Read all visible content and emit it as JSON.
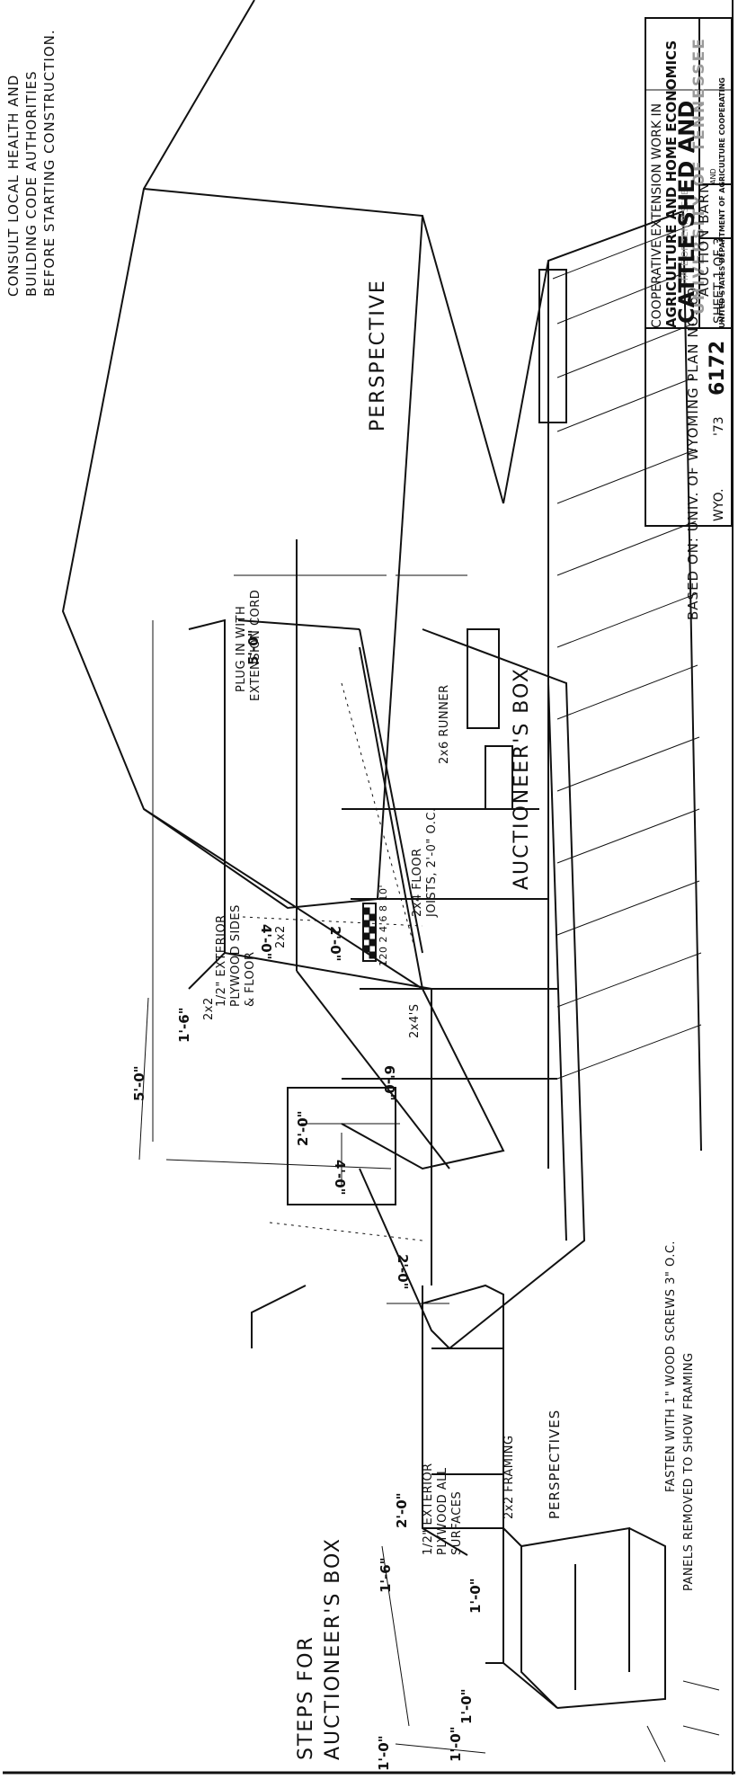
{
  "notes": {
    "line1": "CONSULT LOCAL HEALTH AND",
    "line2": "BUILDING CODE AUTHORITIES",
    "line3": "BEFORE STARTING CONSTRUCTION."
  },
  "scale_bar": {
    "ticks": [
      "12",
      "0",
      "2",
      "4",
      "6",
      "8",
      "10'"
    ]
  },
  "views": {
    "steps": {
      "title_line1": "STEPS FOR",
      "title_line2": "AUCTIONEER'S BOX"
    },
    "box": {
      "title": "AUCTIONEER'S BOX"
    },
    "building": {
      "title": "PERSPECTIVE"
    },
    "framing": {
      "line1": "2x2 FRAMING",
      "line2": "PERSPECTIVES"
    }
  },
  "callouts": {
    "plywood_all_1": "1/2\" EXTERIOR",
    "plywood_all_2": "PLYWOOD ALL",
    "plywood_all_3": "SURFACES",
    "plywood_sides_1": "1/2\" EXTERIOR",
    "plywood_sides_2": "PLYWOOD SIDES",
    "plywood_sides_3": "& FLOOR",
    "fasten": "FASTEN WITH 1\" WOOD SCREWS 3\" O.C.",
    "panels": "PANELS REMOVED TO SHOW FRAMING",
    "two_by_two_a": "2x2",
    "two_by_two_b": "2x2",
    "two_by_fours": "2x4'S",
    "joists_1": "2x4 FLOOR",
    "joists_2": "JOISTS, 2'-0\" O.C.",
    "runner": "2x6 RUNNER",
    "plug_1": "PLUG IN WITH",
    "plug_2": "EXTENSION CORD"
  },
  "dimensions": {
    "steps_width": "1'-6\"",
    "steps_rise": "1'-0\"",
    "steps_rise2": "1'-0\"",
    "steps_tread": "1'-0\"",
    "steps_tread2": "1'-0\"",
    "steps_depth": "2'-0\"",
    "box_width": "5'-0\"",
    "box_height": "6'-0\"",
    "box_side": "1'-6\"",
    "box_length": "5'-0\"",
    "door_width": "2'-0\"",
    "door_height": "4'-0\"",
    "floor_height": "2'-0\"",
    "rear_upper": "4'-0\"",
    "rear_lower": "2'-0\""
  },
  "title_block": {
    "line1": "COOPERATIVE EXTENSION WORK IN",
    "line2": "AGRICULTURE AND HOME ECONOMICS",
    "line3": "STATE OF TENNESSEE",
    "line4": "UNIVERSITY OF TENNESSEE",
    "line5": "AND",
    "line6": "UNITED STATES DEPARTMENT OF AGRICULTURE COOPERATING",
    "title1": "CATTLE SHED AND",
    "title2": "AUCTION BARN",
    "state": "WYO.",
    "year": "'73",
    "plan_no": "6172",
    "sheet": "SHEET 1 OF 3"
  },
  "based_on": "BASED ON: UNIV. OF WYOMING PLAN NO. 69"
}
